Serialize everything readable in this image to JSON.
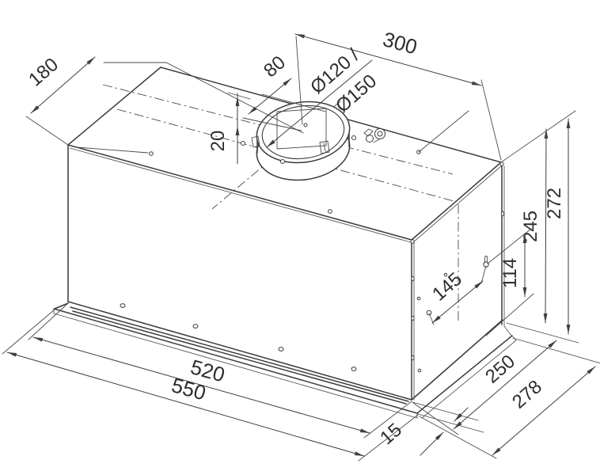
{
  "drawing": {
    "type": "isometric-technical-drawing",
    "subject": "built-in cooker hood",
    "colors": {
      "line": "#3c3c3c",
      "background": "#ffffff"
    },
    "dimensions": {
      "duct_depth_from_front": "180",
      "duct_offset_back": "80",
      "duct_to_right_edge": "300",
      "duct_diameter_small": "Ø120 /",
      "duct_diameter_large": "Ø150",
      "centerline_offset": "20",
      "height_total": "272",
      "height_mounting_upper": "245",
      "height_mounting_lower": "114",
      "mounting_hole_spacing": "145",
      "body_width": "520",
      "panel_width": "550",
      "panel_overhang": "15",
      "body_depth": "250",
      "panel_depth": "278"
    }
  }
}
